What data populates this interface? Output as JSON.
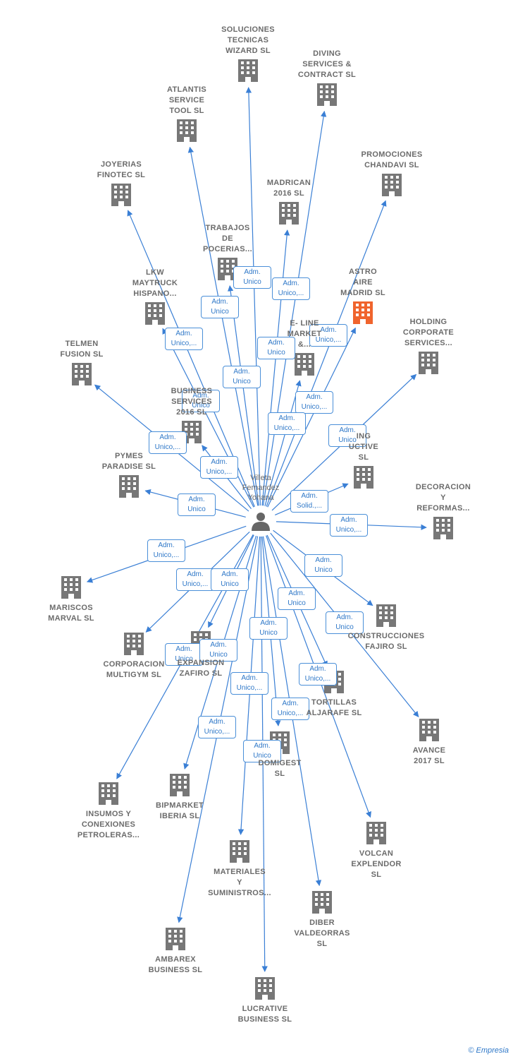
{
  "colors": {
    "edge": "#3a7fd5",
    "building": "#777777",
    "focus_building": "#f0642d",
    "person": "#666666"
  },
  "center": {
    "name": "Villeta\nFernandez\nYohana",
    "icon": "person-icon"
  },
  "nodes": [
    {
      "id": "soluciones",
      "label": "SOLUCIONES\nTECNICAS\nWIZARD  SL",
      "icon": "building-icon"
    },
    {
      "id": "diving",
      "label": "DIVING\nSERVICES &\nCONTRACT  SL",
      "icon": "building-icon"
    },
    {
      "id": "atlantis",
      "label": "ATLANTIS\nSERVICE\nTOOL  SL",
      "icon": "building-icon"
    },
    {
      "id": "promociones",
      "label": "PROMOCIONES\nCHANDAVI  SL",
      "icon": "building-icon"
    },
    {
      "id": "joyerias",
      "label": "JOYERIAS\nFINOTEC  SL",
      "icon": "building-icon"
    },
    {
      "id": "madrican",
      "label": "MADRICAN\n2016  SL",
      "icon": "building-icon"
    },
    {
      "id": "trabajos",
      "label": "TRABAJOS\nDE\nPOCERIAS...",
      "icon": "building-icon"
    },
    {
      "id": "astro",
      "label": "ASTRO\nAIRE\nMADRID  SL",
      "icon": "building-icon",
      "focus": true
    },
    {
      "id": "lkw",
      "label": "LKW\nMAYTRUCK\nHISPANO...",
      "icon": "building-icon"
    },
    {
      "id": "holding",
      "label": "HOLDING\nCORPORATE\nSERVICES...",
      "icon": "building-icon"
    },
    {
      "id": "eline",
      "label": "E- LINE\nMARKET\n&...",
      "icon": "building-icon"
    },
    {
      "id": "telmen",
      "label": "TELMEN\nFUSION  SL",
      "icon": "building-icon"
    },
    {
      "id": "business2016",
      "label": "BUSINESS\nSERVICES\n2016  SL",
      "icon": "building-icon"
    },
    {
      "id": "productive",
      "label": "ING\nUCTIVE\nSL",
      "icon": "building-icon"
    },
    {
      "id": "pymes",
      "label": "PYMES\nPARADISE  SL",
      "icon": "building-icon"
    },
    {
      "id": "decoracion",
      "label": "DECORACION\nY\nREFORMAS...",
      "icon": "building-icon"
    },
    {
      "id": "mariscos",
      "label": "MARISCOS\nMARVAL  SL",
      "icon": "building-icon"
    },
    {
      "id": "construcciones",
      "label": "CONSTRUCCIONES\nFAJIRO  SL",
      "icon": "building-icon"
    },
    {
      "id": "corporacion",
      "label": "CORPORACION\nMULTIGYM SL",
      "icon": "building-icon"
    },
    {
      "id": "expansion",
      "label": "EXPANSION\nZAFIRO  SL",
      "icon": "building-icon"
    },
    {
      "id": "tortillas",
      "label": "TORTILLAS\nALJARAFE  SL",
      "icon": "building-icon"
    },
    {
      "id": "avance",
      "label": "AVANCE\n2017  SL",
      "icon": "building-icon"
    },
    {
      "id": "domigest",
      "label": "DOMIGEST\nSL",
      "icon": "building-icon"
    },
    {
      "id": "insumos",
      "label": "INSUMOS Y\nCONEXIONES\nPETROLERAS...",
      "icon": "building-icon"
    },
    {
      "id": "bipmarket",
      "label": "BIPMARKET\nIBERIA  SL",
      "icon": "building-icon"
    },
    {
      "id": "volcan",
      "label": "VOLCAN\nEXPLENDOR\nSL",
      "icon": "building-icon"
    },
    {
      "id": "materiales",
      "label": "MATERIALES\nY\nSUMINISTROS...",
      "icon": "building-icon"
    },
    {
      "id": "diber",
      "label": "DIBER\nVALDEORRAS\nSL",
      "icon": "building-icon"
    },
    {
      "id": "ambarex",
      "label": "AMBAREX\nBUSINESS  SL",
      "icon": "building-icon"
    },
    {
      "id": "lucrative",
      "label": "LUCRATIVE\nBUSINESS  SL",
      "icon": "building-icon"
    }
  ],
  "edges": [
    {
      "to": "soluciones",
      "label": "Adm.\nUnico"
    },
    {
      "to": "diving",
      "label": "Adm.\nUnico,..."
    },
    {
      "to": "atlantis",
      "label": "Adm.\nUnico"
    },
    {
      "to": "promociones",
      "label": "Adm.\nUnico,..."
    },
    {
      "to": "joyerias",
      "label": "Adm.\nUnico,..."
    },
    {
      "to": "madrican",
      "label": "Adm.\nUnico"
    },
    {
      "to": "trabajos",
      "label": "Adm.\nUnico"
    },
    {
      "to": "astro",
      "label": "Adm.\nUnico,..."
    },
    {
      "to": "lkw",
      "label": "Adm.\nUnico"
    },
    {
      "to": "holding",
      "label": "Adm.\nUnico"
    },
    {
      "to": "eline",
      "label": "Adm.\nUnico,..."
    },
    {
      "to": "telmen",
      "label": "Adm.\nUnico,..."
    },
    {
      "to": "business2016",
      "label": "Adm.\nUnico,..."
    },
    {
      "to": "productive",
      "label": "Adm.\nSolid.,..."
    },
    {
      "to": "pymes",
      "label": "Adm.\nUnico"
    },
    {
      "to": "decoracion",
      "label": "Adm.\nUnico,..."
    },
    {
      "to": "mariscos",
      "label": "Adm.\nUnico,..."
    },
    {
      "to": "construcciones",
      "label": "Adm.\nUnico"
    },
    {
      "to": "corporacion",
      "label": "Adm.\nUnico,..."
    },
    {
      "to": "expansion",
      "label": "Adm.\nUnico"
    },
    {
      "to": "tortillas",
      "label": "Adm.\nUnico"
    },
    {
      "to": "avance",
      "label": "Adm.\nUnico"
    },
    {
      "to": "domigest",
      "label": "Adm.\nUnico"
    },
    {
      "to": "insumos",
      "label": "Adm.\nUnico"
    },
    {
      "to": "bipmarket",
      "label": "Adm.\nUnico"
    },
    {
      "to": "volcan",
      "label": "Adm.\nUnico,..."
    },
    {
      "to": "materiales",
      "label": "Adm.\nUnico,..."
    },
    {
      "to": "diber",
      "label": "Adm.\nUnico,..."
    },
    {
      "to": "ambarex",
      "label": "Adm.\nUnico,..."
    },
    {
      "to": "lucrative",
      "label": "Adm.\nUnico"
    }
  ],
  "footer": {
    "copyright": "©",
    "brand": "Empresia"
  }
}
